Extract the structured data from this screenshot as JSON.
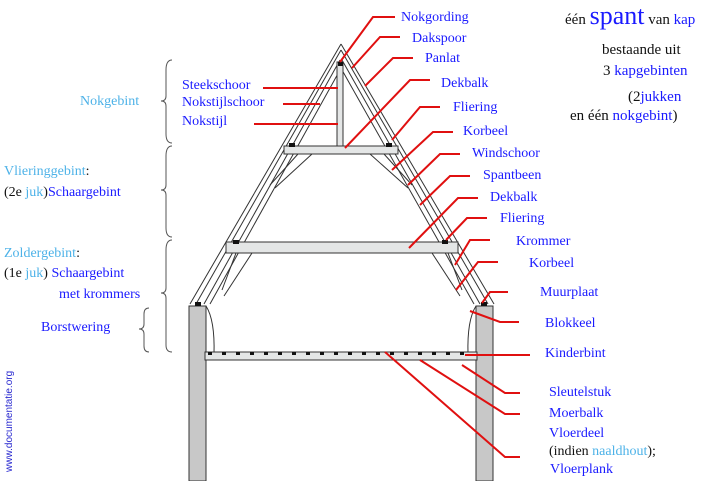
{
  "title_block": {
    "line1": {
      "a": "één",
      "b": "spant",
      "c": "van",
      "d": "kap"
    },
    "line2": "bestaande uit",
    "line3": {
      "a": "3",
      "b": "kapgebinten"
    },
    "line4": {
      "a": "(2",
      "b": "jukken"
    },
    "line5": {
      "a": "en één",
      "b": "nokgebint",
      "c": ")"
    }
  },
  "left_groups": {
    "nokgebint": "Nokgebint",
    "vliering": {
      "name": "Vlieringgebint",
      "colon": ":",
      "prefix": "(2e",
      "juk": "juk",
      "close": ")",
      "type": "Schaargebint"
    },
    "zolder": {
      "name": "Zoldergebint",
      "colon": ":",
      "prefix": "(1e",
      "juk": "juk",
      "close": ")",
      "type": "Schaargebint",
      "type2": "met krommers"
    },
    "borstwering": "Borstwering"
  },
  "left_labels": [
    "Steekschoor",
    "Nokstijlschoor",
    "Nokstijl"
  ],
  "right_labels": [
    "Nokgording",
    "Dakspoor",
    "Panlat",
    "Dekbalk",
    "Fliering",
    "Korbeel",
    "Windschoor",
    "Spantbeen",
    "Dekbalk",
    "Fliering",
    "Krommer",
    "Korbeel",
    "Muurplaat",
    "Blokkeel",
    "Kinderbint",
    "Sleutelstuk",
    "Moerbalk",
    "Vloerdeel"
  ],
  "floor_note": {
    "open": "(indien",
    "wood": "naaldhout",
    "close": ");",
    "alt": "Vloerplank"
  },
  "watermark": "www.documentatie.org",
  "colors": {
    "label_blue": "#1a1aff",
    "light_blue": "#4db2e8",
    "leader_red": "#e01010",
    "timber_fill": "#e4e6e6",
    "wall_fill": "#c8c8c8"
  }
}
